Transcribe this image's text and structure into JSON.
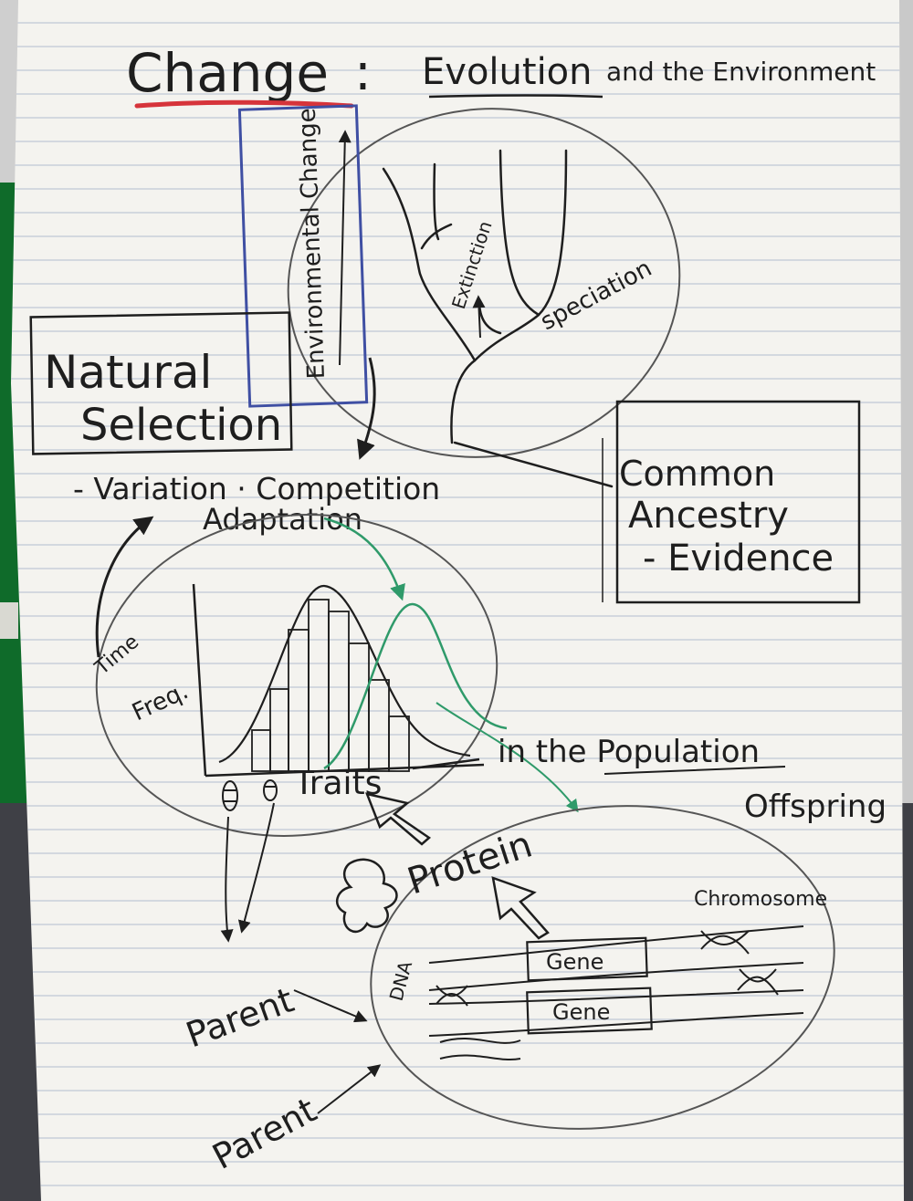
{
  "title": {
    "main": "Change",
    "colon": ":",
    "subtitle_a": "Evolution",
    "subtitle_b": "and the Environment"
  },
  "tree": {
    "extinction_label": "Extinction",
    "speciation_label": "speciation",
    "env_change_label": "Environmental Change"
  },
  "natural_selection": {
    "heading_line1": "Natural",
    "heading_line2": "Selection",
    "bullet_line1": "- Variation · Competition",
    "bullet_line2": "Adaptation"
  },
  "common_ancestry": {
    "line1": "Common",
    "line2": "Ancestry",
    "line3": "- Evidence"
  },
  "population_graph": {
    "y_label": "Freq.",
    "x_label": "Traits",
    "side_label": "Time",
    "suffix": "in the Population"
  },
  "genetics": {
    "protein_label": "Protein",
    "offspring_label": "Offspring",
    "chromosome_label": "Chromosome",
    "gene_label_1": "Gene",
    "gene_label_2": "Gene",
    "dna_label": "DNA",
    "parent_label_1": "Parent",
    "parent_label_2": "Parent"
  },
  "colors": {
    "background": "#3a3a3c",
    "paper": "#f4f3ef",
    "rule_lines": "#b9c2d2",
    "ink": "#1e1e1e",
    "underline_red": "#d6343b",
    "box_blue": "#3f4fa3",
    "arrow_green": "#2f9a6a",
    "board_green": "#0f6b2a"
  }
}
